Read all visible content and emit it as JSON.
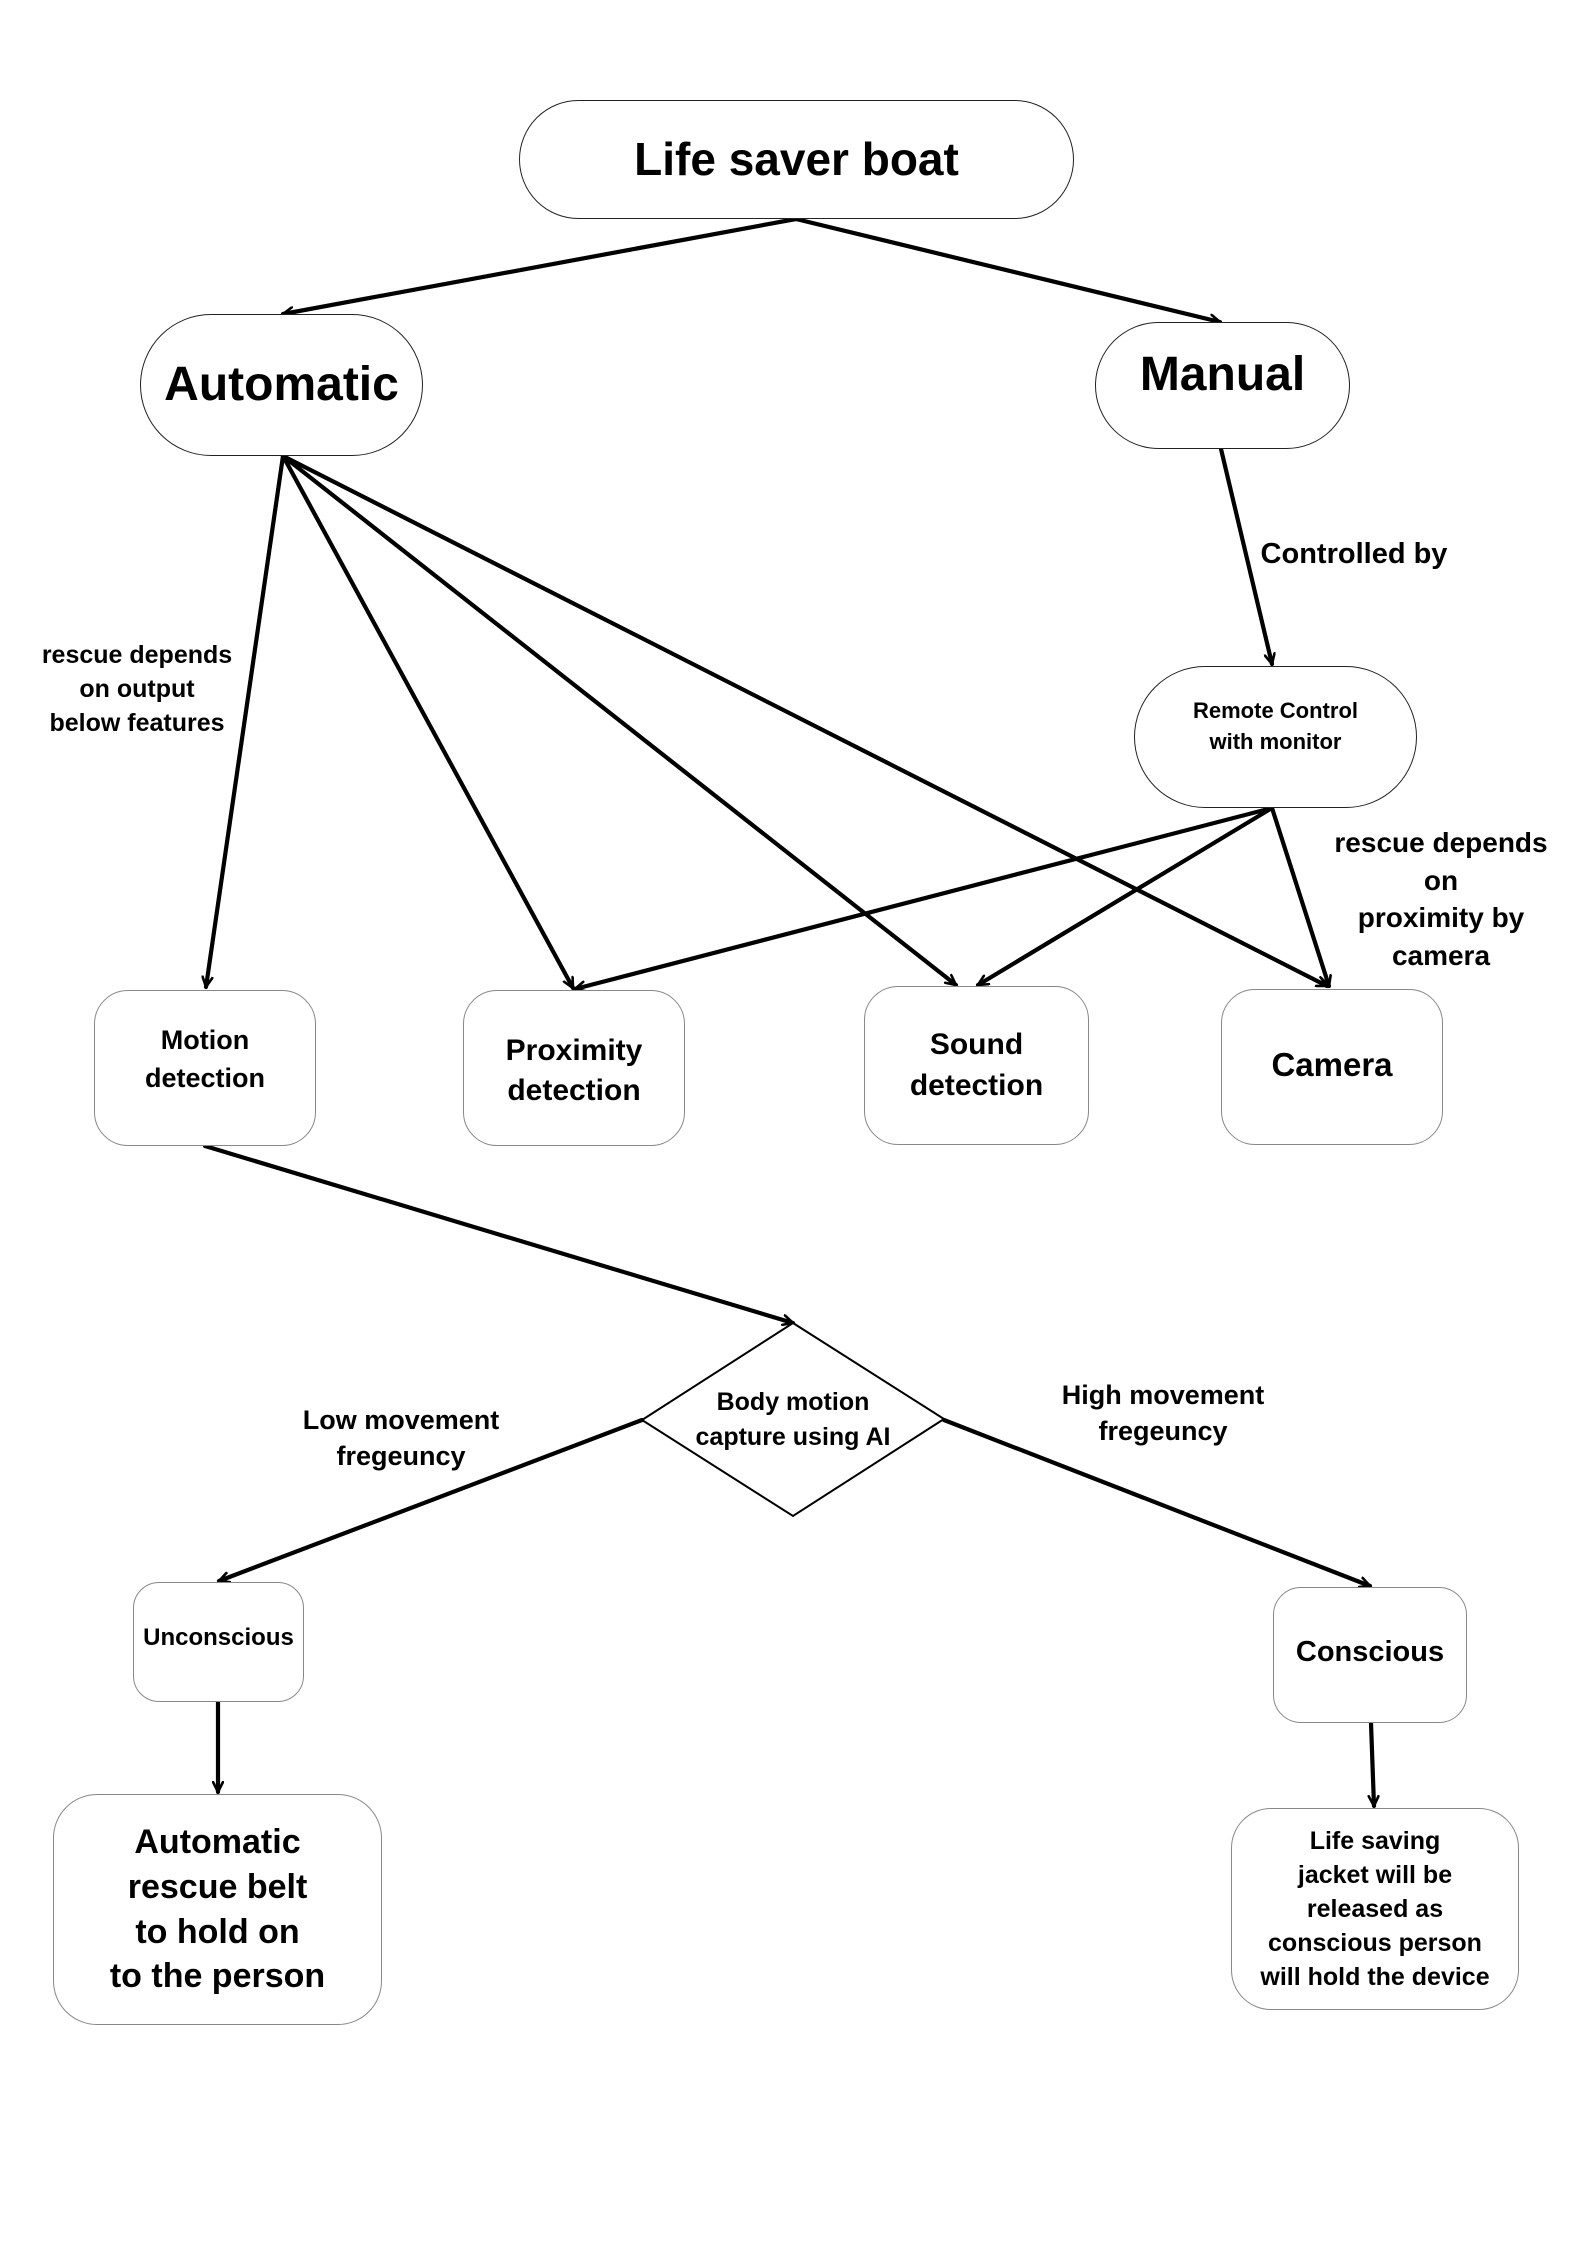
{
  "diagram": {
    "title": "Life saver boat",
    "nodes": {
      "root": "Life saver boat",
      "automatic": "Automatic",
      "manual": "Manual",
      "remote": [
        "Remote Control",
        "with monitor"
      ],
      "motion": [
        "Motion",
        "detection"
      ],
      "proximity": [
        "Proximity",
        "detection"
      ],
      "sound": [
        "Sound",
        "detection"
      ],
      "camera": "Camera",
      "decision": [
        "Body motion",
        "capture using AI"
      ],
      "unconscious": "Unconscious",
      "conscious": "Conscious",
      "rescue_belt": [
        "Automatic",
        "rescue belt",
        "to hold on",
        "to the person"
      ],
      "life_jacket": [
        "Life saving",
        "jacket will be",
        "released as",
        "conscious person",
        "will hold the device"
      ]
    },
    "edge_labels": {
      "controlled_by": "Controlled by",
      "automatic_note": [
        "rescue depends",
        "on output",
        "below features"
      ],
      "camera_note": [
        "rescue depends",
        "on",
        "proximity by",
        "camera"
      ],
      "low": [
        "Low movement",
        "fregeuncy"
      ],
      "high": [
        "High movement",
        "fregeuncy"
      ]
    },
    "edges": [
      {
        "from": "root",
        "to": "automatic"
      },
      {
        "from": "root",
        "to": "manual"
      },
      {
        "from": "manual",
        "to": "remote",
        "label": "Controlled by"
      },
      {
        "from": "automatic",
        "to": "motion"
      },
      {
        "from": "automatic",
        "to": "proximity"
      },
      {
        "from": "automatic",
        "to": "sound"
      },
      {
        "from": "automatic",
        "to": "camera"
      },
      {
        "from": "remote",
        "to": "proximity"
      },
      {
        "from": "remote",
        "to": "sound"
      },
      {
        "from": "remote",
        "to": "camera"
      },
      {
        "from": "motion",
        "to": "decision"
      },
      {
        "from": "decision",
        "to": "unconscious",
        "label": "Low movement fregeuncy"
      },
      {
        "from": "decision",
        "to": "conscious",
        "label": "High movement fregeuncy"
      },
      {
        "from": "unconscious",
        "to": "rescue_belt"
      },
      {
        "from": "conscious",
        "to": "life_jacket"
      }
    ],
    "colors": {
      "stroke": "#000000",
      "box_border": "#333333",
      "background": "#ffffff"
    }
  }
}
